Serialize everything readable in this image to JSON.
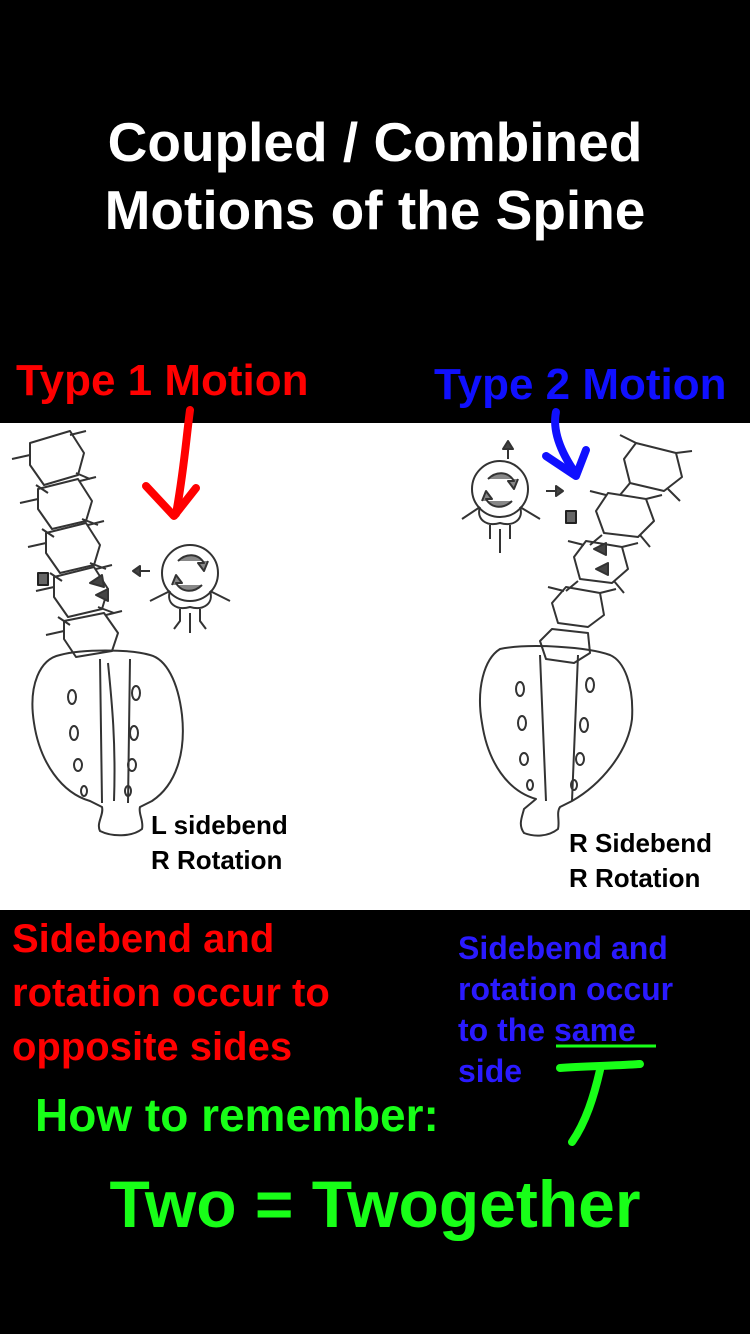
{
  "title": {
    "line1": "Coupled / Combined",
    "line2": "Motions of the Spine"
  },
  "type1": {
    "label": "Type 1 Motion",
    "caption_line1": "L sidebend",
    "caption_line2": "R Rotation",
    "description": [
      "Sidebend and",
      "rotation occur to",
      "opposite sides"
    ],
    "color": "#ff0000"
  },
  "type2": {
    "label": "Type 2 Motion",
    "caption_line1": "R Sidebend",
    "caption_line2": "R Rotation",
    "description": [
      "Sidebend and",
      "rotation occur",
      "to the same",
      "side"
    ],
    "color": "#1a10ff"
  },
  "mnemonic": {
    "prompt": "How to remember:",
    "phrase": "Two = Twogether",
    "color": "#18ff18"
  },
  "icons": [
    "down-arrow-icon",
    "spine-illustration",
    "vertebra-top-view",
    "rotation-arrow-icon",
    "handwritten-T"
  ]
}
